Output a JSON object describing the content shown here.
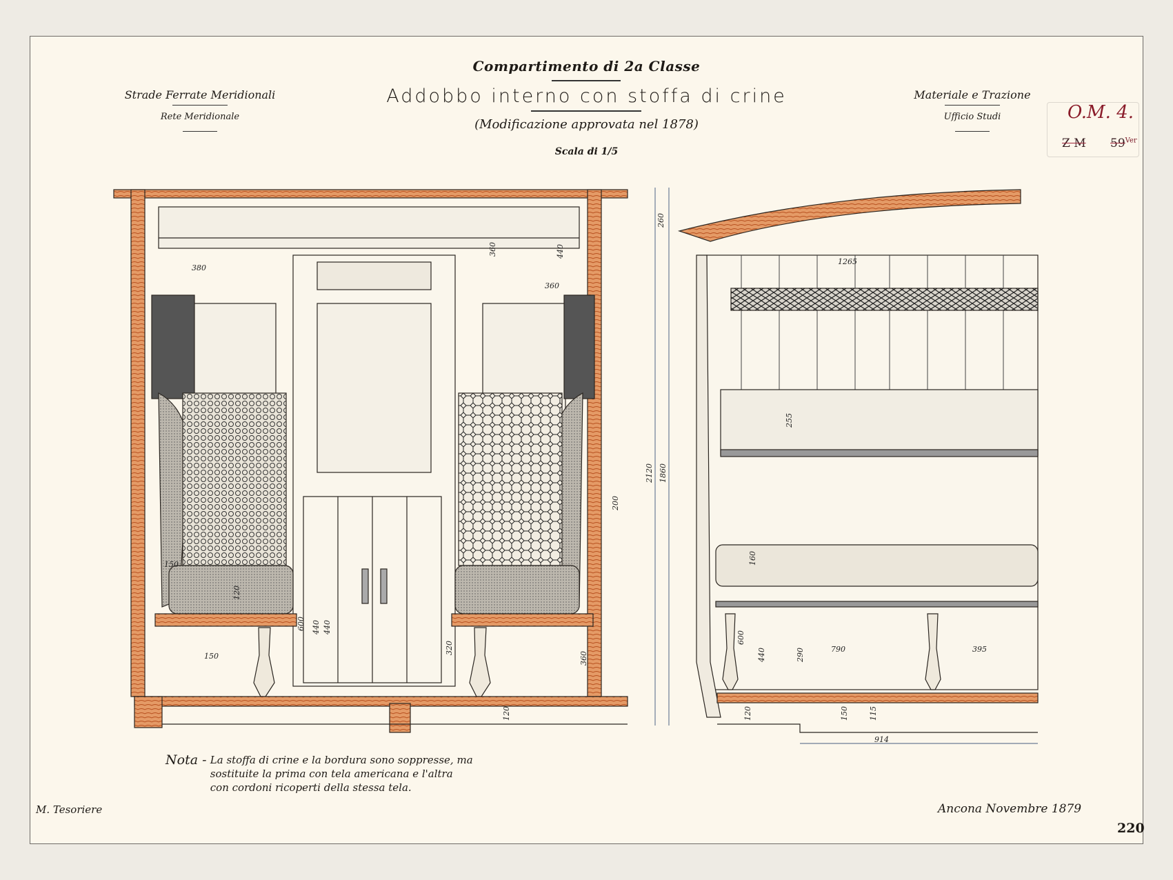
{
  "header": {
    "compartment": "Compartimento di 2a Classe",
    "title": "Addobbo interno con stoffa di crine",
    "subtitle": "(Modificazione approvata nel 1878)",
    "scale": "Scala di 1/5",
    "left_org": "Strade Ferrate Meridionali",
    "left_sub": "Rete Meridionale",
    "right_org": "Materiale e Trazione",
    "right_sub": "Ufficio Studi"
  },
  "stamp": {
    "code": "O.M. 4.",
    "old_code": "Z M",
    "old_number": "59",
    "ver": "Ver"
  },
  "note": {
    "label": "Nota -",
    "lines": [
      "La stoffa di crine e la bordura sono soppresse, ma",
      "sostituite la prima con tela americana e l'altra",
      "con cordoni ricoperti della stessa tela."
    ]
  },
  "signature": "M. Tesoriere",
  "date": "Ancona Novembre 1879",
  "page_number": "220",
  "dimensions": {
    "left": [
      "380",
      "360",
      "360",
      "440",
      "200",
      "150",
      "150",
      "120",
      "600",
      "440",
      "440",
      "320",
      "360",
      "120"
    ],
    "right": [
      "260",
      "2120",
      "1860",
      "1265",
      "255",
      "160",
      "600",
      "440",
      "290",
      "790",
      "395",
      "120",
      "150",
      "115",
      "914"
    ]
  },
  "colors": {
    "paper": "#fcf7ec",
    "wood": "#d4703a",
    "ink": "#1e1a16",
    "stamp": "#8a1c2a"
  }
}
